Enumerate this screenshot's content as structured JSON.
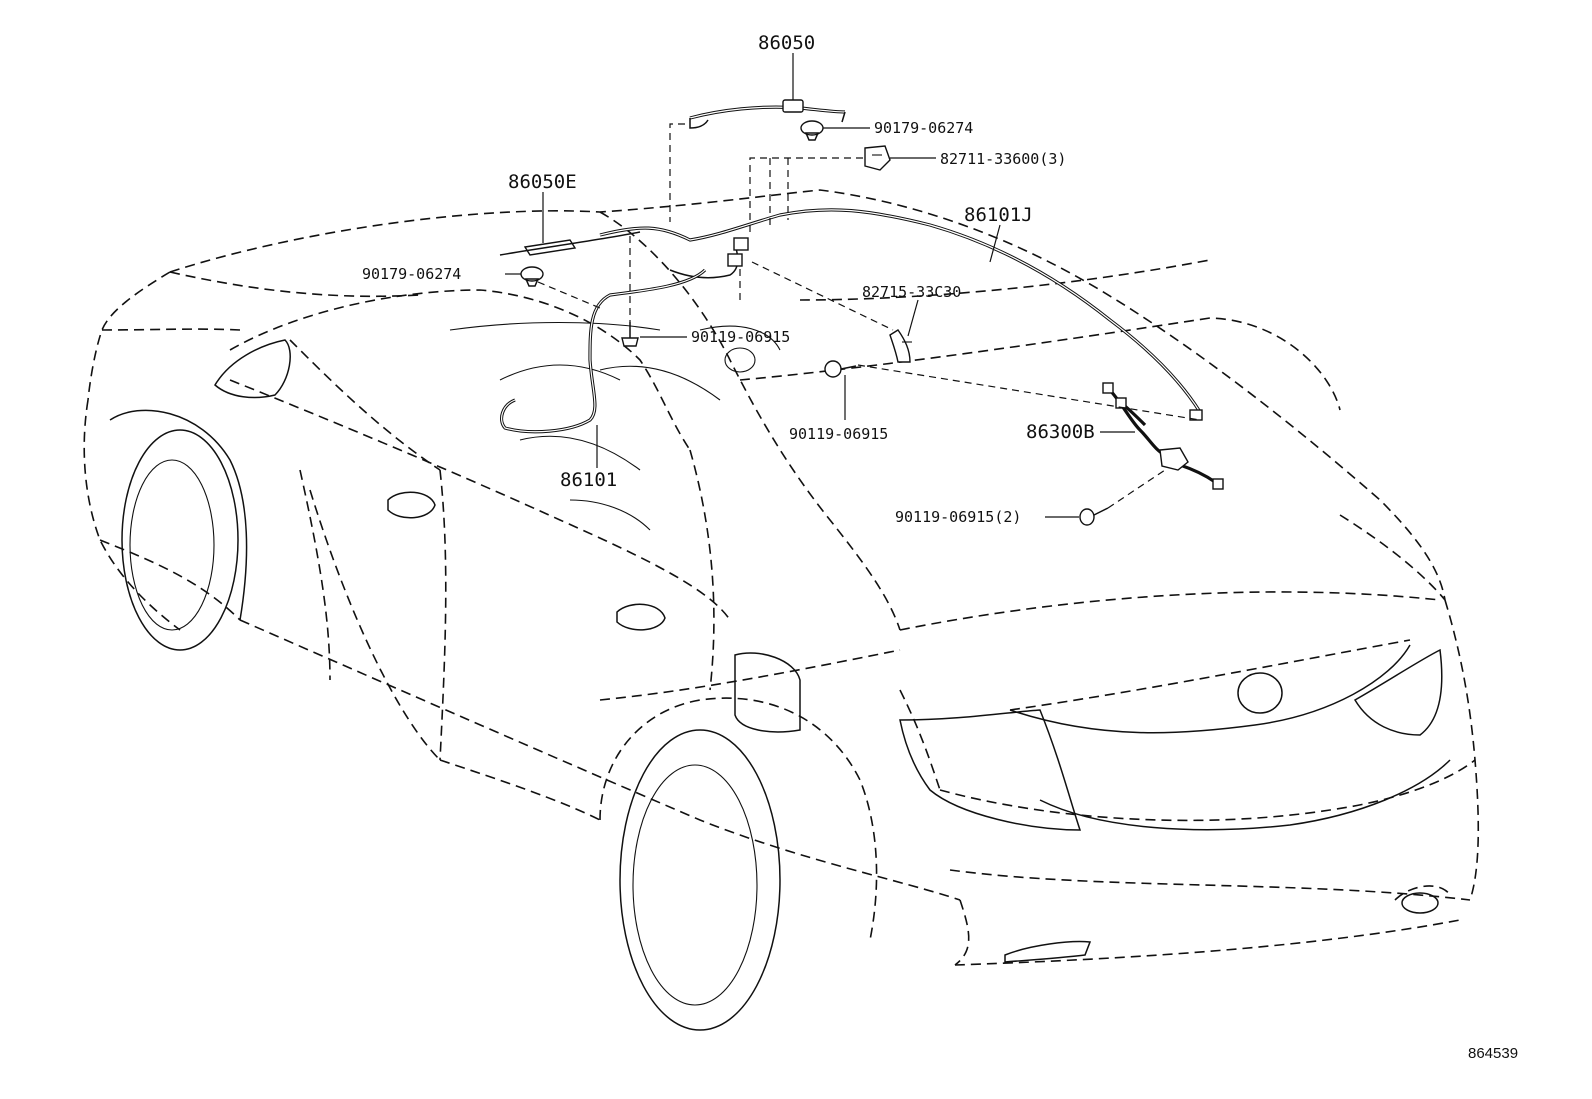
{
  "labels": {
    "p86050": "86050",
    "p86050E": "86050E",
    "p86101J": "86101J",
    "p86101": "86101",
    "p86300B": "86300B",
    "p90179_a": "90179-06274",
    "p90179_b": "90179-06274",
    "p82711": "82711-33600(3)",
    "p82715": "82715-33C30",
    "p90119_a": "90119-06915",
    "p90119_b": "90119-06915",
    "p90119_c": "90119-06915(2)"
  },
  "figure_id": "864539"
}
